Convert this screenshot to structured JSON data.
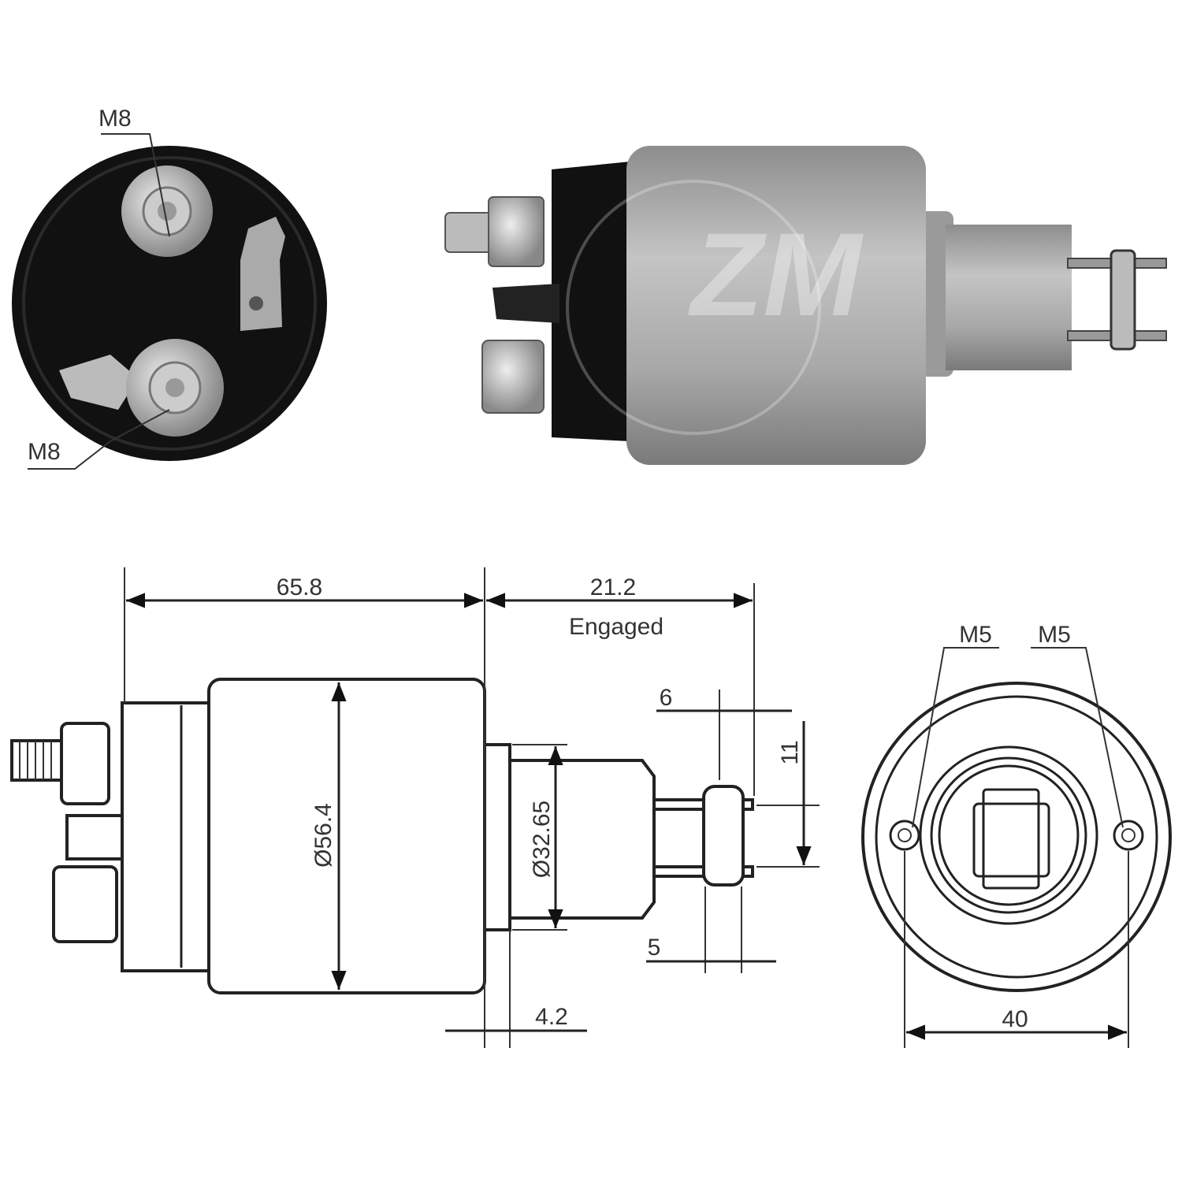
{
  "logo_watermark": "ZM",
  "photo_labels": {
    "terminal_top": "M8",
    "terminal_bottom": "M8"
  },
  "drawing_labels": {
    "body_length": "65.8",
    "engaged_travel": "21.2",
    "engaged_note": "Engaged",
    "fork_offset": "6",
    "fork_gap": "11",
    "body_diameter": "Ø56.4",
    "plunger_diameter": "Ø32.65",
    "fork_width": "5",
    "flange_thickness": "4.2",
    "mount_left": "M5",
    "mount_right": "M5",
    "mount_spacing": "40"
  },
  "colors": {
    "cap": "#111111",
    "housing": "#a9a9a9",
    "line": "#222222"
  }
}
